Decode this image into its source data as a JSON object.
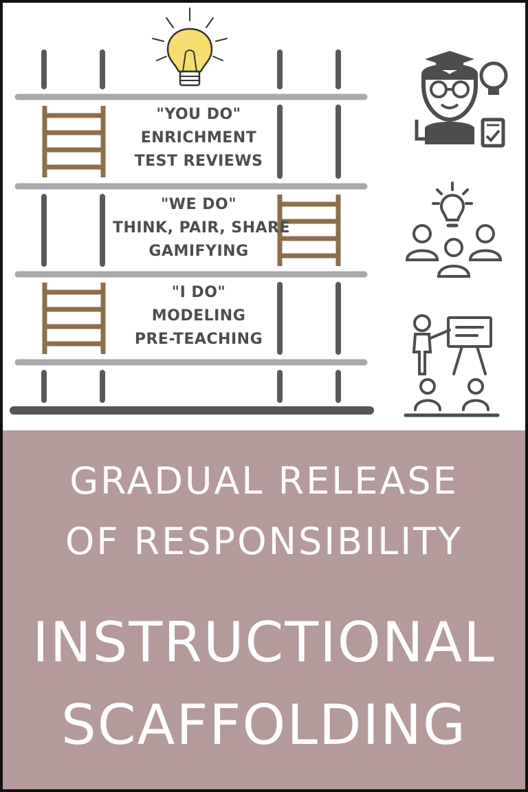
{
  "levels": [
    {
      "heading": "\"YOU DO\"",
      "line1": "ENRICHMENT",
      "line2": "TEST REVIEWS"
    },
    {
      "heading": "\"WE DO\"",
      "line1": "THINK, PAIR, SHARE",
      "line2": "GAMIFYING"
    },
    {
      "heading": "\"I DO\"",
      "line1": "MODELING",
      "line2": "PRE-TEACHING"
    }
  ],
  "title": {
    "subtitle_line1": "GRADUAL RELEASE",
    "subtitle_line2": "OF RESPONSIBILITY",
    "main_line1": "INSTRUCTIONAL",
    "main_line2": "SCAFFOLDING"
  },
  "colors": {
    "pole": "#595959",
    "plank": "#a9a9a9",
    "ladder": "#8b6f4a",
    "icon": "#4d4d4d",
    "bulb": "#f7dc6f",
    "banner": "#b59a9b"
  },
  "icons": [
    "lightbulb-icon",
    "teacher-student-icon",
    "group-idea-icon",
    "presentation-icon"
  ]
}
